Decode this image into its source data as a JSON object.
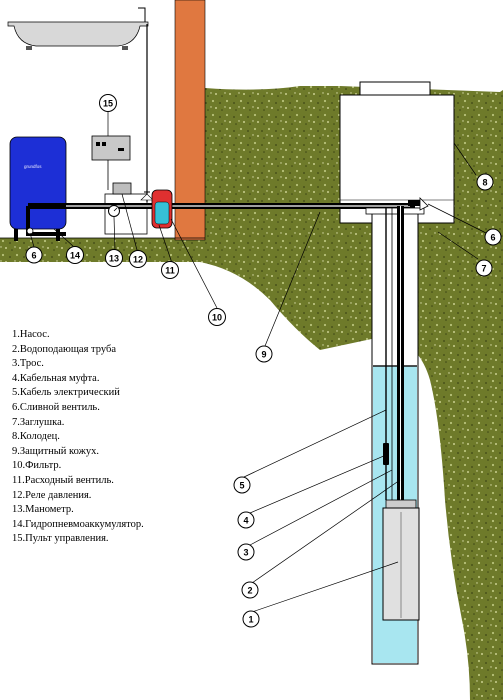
{
  "legend": [
    {
      "num": "1",
      "text": "Насос."
    },
    {
      "num": "2",
      "text": "Водоподающая труба"
    },
    {
      "num": "3",
      "text": "Трос."
    },
    {
      "num": "4",
      "text": "Кабельная муфта."
    },
    {
      "num": "5",
      "text": "Кабель электрический"
    },
    {
      "num": "6",
      "text": "Сливной вентиль."
    },
    {
      "num": "7",
      "text": "Заглушка."
    },
    {
      "num": "8",
      "text": "Колодец."
    },
    {
      "num": "9",
      "text": "Защитный кожух."
    },
    {
      "num": "10",
      "text": "Фильтр."
    },
    {
      "num": "11",
      "text": "Расходный вентиль."
    },
    {
      "num": "12",
      "text": "Реле давления."
    },
    {
      "num": "13",
      "text": "Манометр."
    },
    {
      "num": "14",
      "text": "Гидропневмоаккумулятор."
    },
    {
      "num": "15",
      "text": "Пульт управления."
    }
  ],
  "tank_brand": "grundfos",
  "callouts": [
    "15",
    "8",
    "6",
    "7",
    "14",
    "13",
    "12",
    "11",
    "10",
    "9",
    "5",
    "4",
    "3",
    "2",
    "1"
  ],
  "colors": {
    "soil": "#6e7a2a",
    "water": "#a8e6f0",
    "tank": "#1d2fd6",
    "wall": "#e07840",
    "pipe": "#000000"
  }
}
